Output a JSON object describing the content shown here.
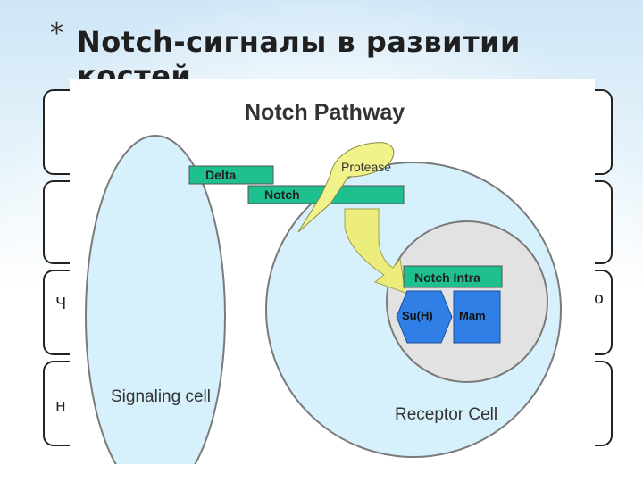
{
  "slide": {
    "star": "*",
    "title": "Notch-сигналы в развитии костей"
  },
  "background_boxes": [
    {
      "left_text": "",
      "right_text": ""
    },
    {
      "left_text": "",
      "right_text": ""
    },
    {
      "left_text": "Ч",
      "right_text": "о"
    },
    {
      "left_text": "н",
      "right_text": ""
    }
  ],
  "diagram": {
    "title": "Notch Pathway",
    "signaling_cell_label": "Signaling cell",
    "receptor_cell_label": "Receptor Cell",
    "delta_label": "Delta",
    "notch_label": "Notch",
    "protease_label": "Protease",
    "notch_intra_label": "Notch Intra",
    "suh_label": "Su(H)",
    "mam_label": "Mam",
    "colors": {
      "cell_fill": "#d6f1fb",
      "cell_stroke": "#7a7a7a",
      "nucleus_fill": "#e2e2e2",
      "receptor_green": "#1dc08e",
      "protease_yellow": "#f1f28a",
      "arrow_yellow": "#ecec7c",
      "protein_blue": "#2f7fe6"
    }
  }
}
